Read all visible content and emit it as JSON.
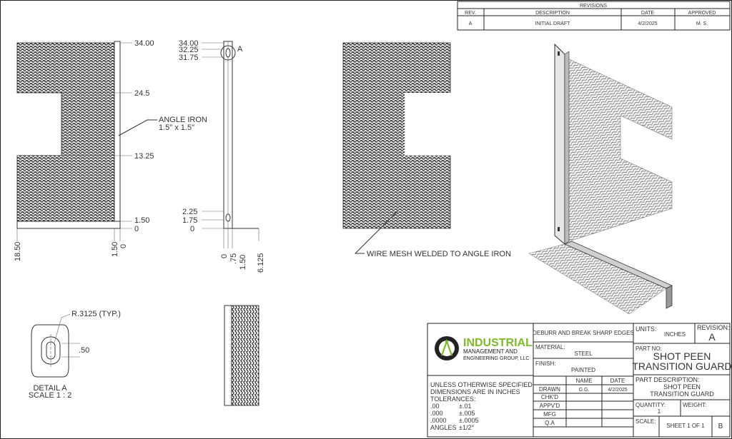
{
  "revisions": {
    "title": "REVISIONS",
    "headers": [
      "REV.",
      "DESCRIPTION",
      "DATE",
      "APPROVED"
    ],
    "row": {
      "rev": "A",
      "description": "INITIAL DRAFT",
      "date": "4/2/2025",
      "approved": "M. S."
    }
  },
  "front_view": {
    "dims_right": [
      "34.00",
      "24.5",
      "13.25",
      "1.50",
      "0"
    ],
    "dims_bottom": [
      "18.50",
      "1.50",
      "0"
    ],
    "callout": [
      "ANGLE IRON",
      "1.5\" x 1.5\""
    ]
  },
  "side_view": {
    "dims_left_top": [
      "34.00",
      "32.25",
      "31.75"
    ],
    "detail_tag": "A",
    "dims_left_bottom": [
      "2.25",
      "1.75",
      "0"
    ],
    "dims_bottom": [
      "0",
      ".75",
      "1.50",
      "6.125"
    ]
  },
  "back_view": {
    "callout": "WIRE MESH WELDED TO ANGLE IRON"
  },
  "detail": {
    "radius_label": "R.3125 (TYP.)",
    "dim": ".50",
    "title": "DETAIL A",
    "scale": "SCALE 1 : 2"
  },
  "title_block": {
    "company_line1": "INDUSTRIAL",
    "company_line2": "MANAGEMENT AND",
    "company_line3": "ENGINEERING GROUP, LLC",
    "deburr": "DEBURR AND BREAK SHARP EDGES",
    "material_label": "MATERIAL:",
    "material": "STEEL",
    "finish_label": "FINISH:",
    "finish": "PAINTED",
    "units_label": "UNITS:",
    "units": "INCHES",
    "revision_label": "REVISION:",
    "revision": "A",
    "part_no_label": "PART NO:",
    "part_no_line1": "SHOT PEEN",
    "part_no_line2": "TRANSITION GUARD",
    "part_desc_label": "PART DESCRIPTION:",
    "part_desc_line1": "SHOT PEEN",
    "part_desc_line2": "TRANSITION GUARD",
    "quantity_label": "QUANTITY:",
    "quantity": "1",
    "weight_label": "WEIGHT:",
    "scale_label": "SCALE:",
    "sheet": "SHEET 1 OF 1",
    "size": "B",
    "signoff_headers": [
      "NAME",
      "DATE"
    ],
    "signoff_rows": [
      {
        "role": "DRAWN",
        "name": "G.G.",
        "date": "4/2/2025"
      },
      {
        "role": "CHK'D",
        "name": "",
        "date": ""
      },
      {
        "role": "APPV'D",
        "name": "",
        "date": ""
      },
      {
        "role": "MFG",
        "name": "",
        "date": ""
      },
      {
        "role": "Q.A",
        "name": "",
        "date": ""
      }
    ],
    "tolerance_lines": [
      "UNLESS OTHERWISE SPECIFIED:",
      "DIMENSIONS ARE IN INCHES",
      "TOLERANCES:"
    ],
    "tolerances": [
      {
        "k": ".00",
        "v": "±.01"
      },
      {
        "k": ".000",
        "v": "±.005"
      },
      {
        "k": ".0000",
        "v": "±.0005"
      },
      {
        "k": "ANGLES",
        "v": "±1/2°"
      }
    ]
  },
  "colors": {
    "accent_green": "#7dbb2a",
    "line": "#333333",
    "mesh": "#2a2a2a"
  }
}
